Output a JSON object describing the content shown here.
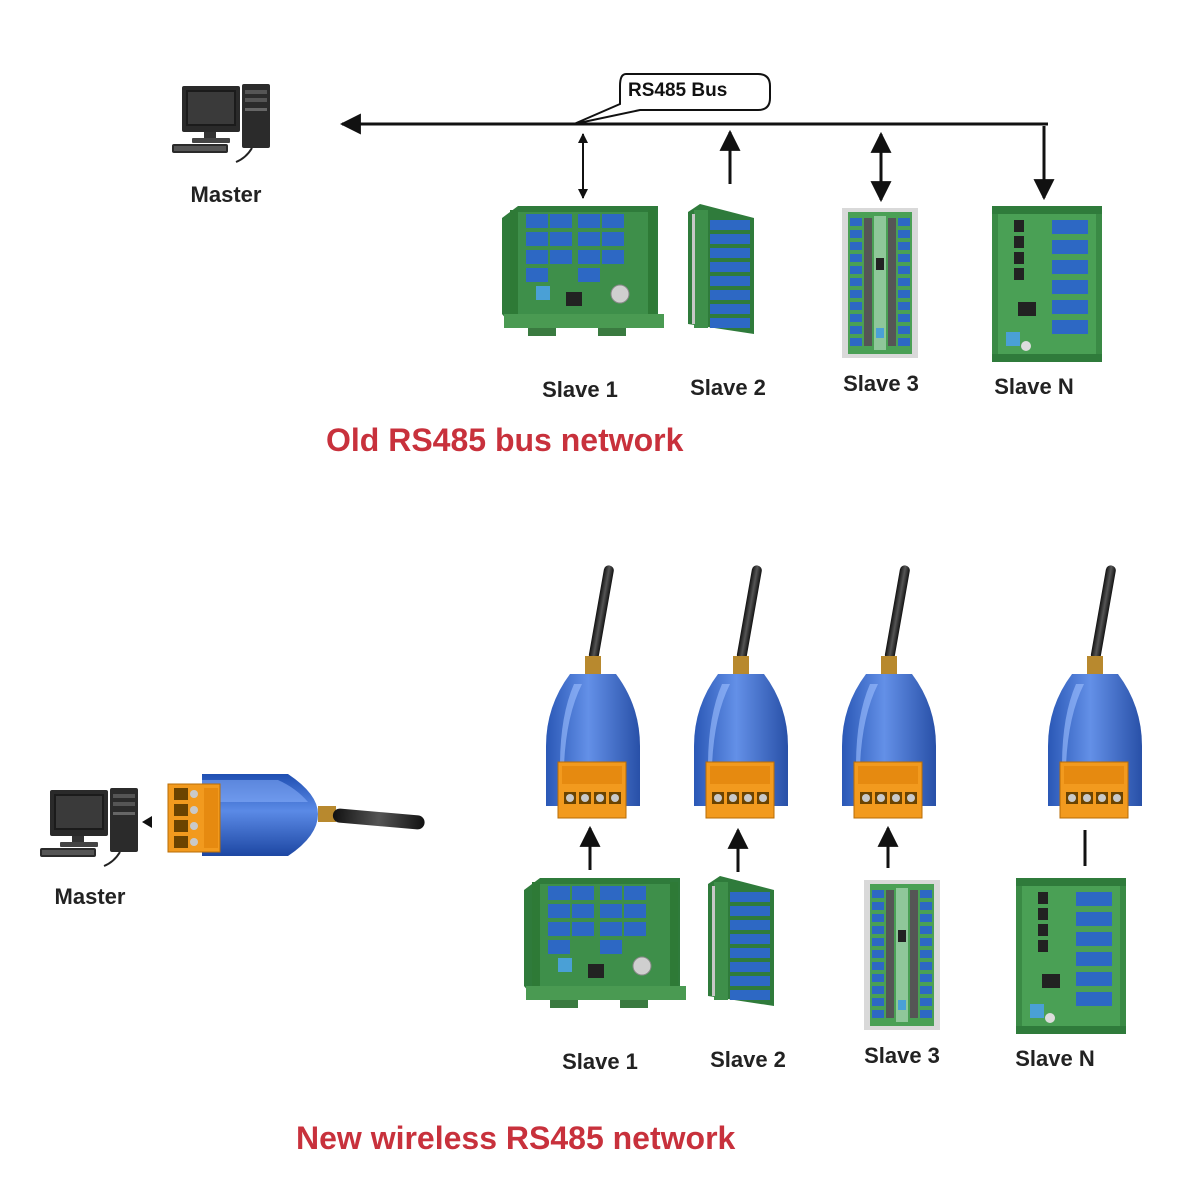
{
  "old_network": {
    "master_label": "Master",
    "bus_label": "RS485 Bus",
    "slaves": [
      "Slave 1",
      "Slave 2",
      "Slave 3",
      "Slave N"
    ],
    "title": "Old RS485 bus network"
  },
  "new_network": {
    "master_label": "Master",
    "slaves": [
      "Slave 1",
      "Slave 2",
      "Slave 3",
      "Slave N"
    ],
    "title": "New wireless RS485 network"
  },
  "colors": {
    "title": "#c8313c",
    "board_pcb": "#3e8f4a",
    "relay": "#2d68c4",
    "adapter_body": "#2f5fc2",
    "terminal": "#f29a1e"
  }
}
